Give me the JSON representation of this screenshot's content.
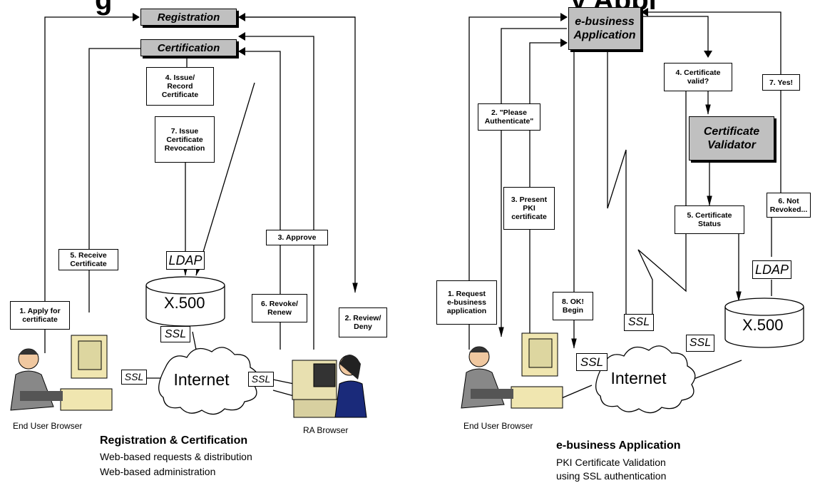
{
  "left": {
    "title_fragment": "g",
    "registration": "Registration",
    "certification": "Certification",
    "step_issue_record": "4. Issue/\nRecord\nCertificate",
    "step_issue_revocation": "7. Issue\nCertificate\nRevocation",
    "ldap": "LDAP",
    "x500": "X.500",
    "ssl_top": "SSL",
    "ssl_left": "SSL",
    "ssl_right": "SSL",
    "internet": "Internet",
    "step_receive": "5. Receive\nCertificate",
    "step_apply": "1. Apply for\ncertificate",
    "step_approve": "3. Approve",
    "step_revoke": "6. Revoke/\nRenew",
    "step_review": "2. Review/\nDeny",
    "end_user_caption": "End User Browser",
    "ra_caption": "RA Browser",
    "caption_title": "Registration & Certification",
    "caption_line1": "Web-based requests & distribution",
    "caption_line2": "Web-based administration"
  },
  "right": {
    "title_fragment": "y Appl",
    "app_box": "e-business\nApplication",
    "validator": "Certificate\nValidator",
    "step_please_auth": "2. \"Please\nAuthenticate\"",
    "step_cert_valid": "4. Certificate\nvalid?",
    "step_yes": "7. Yes!",
    "step_present": "3. Present\nPKI\ncertificate",
    "step_request": "1. Request\ne-business\napplication",
    "step_ok": "8. OK!\nBegin",
    "step_status": "5. Certificate\nStatus",
    "step_not_revoked": "6. Not\nRevoked...",
    "ldap": "LDAP",
    "x500": "X.500",
    "ssl_inner": "SSL",
    "ssl_right": "SSL",
    "ssl_left": "SSL",
    "internet": "Internet",
    "end_user_caption": "End User Browser",
    "caption_title": "e-business Application",
    "caption_line1": "PKI Certificate Validation",
    "caption_line2": "using SSL authentication"
  }
}
